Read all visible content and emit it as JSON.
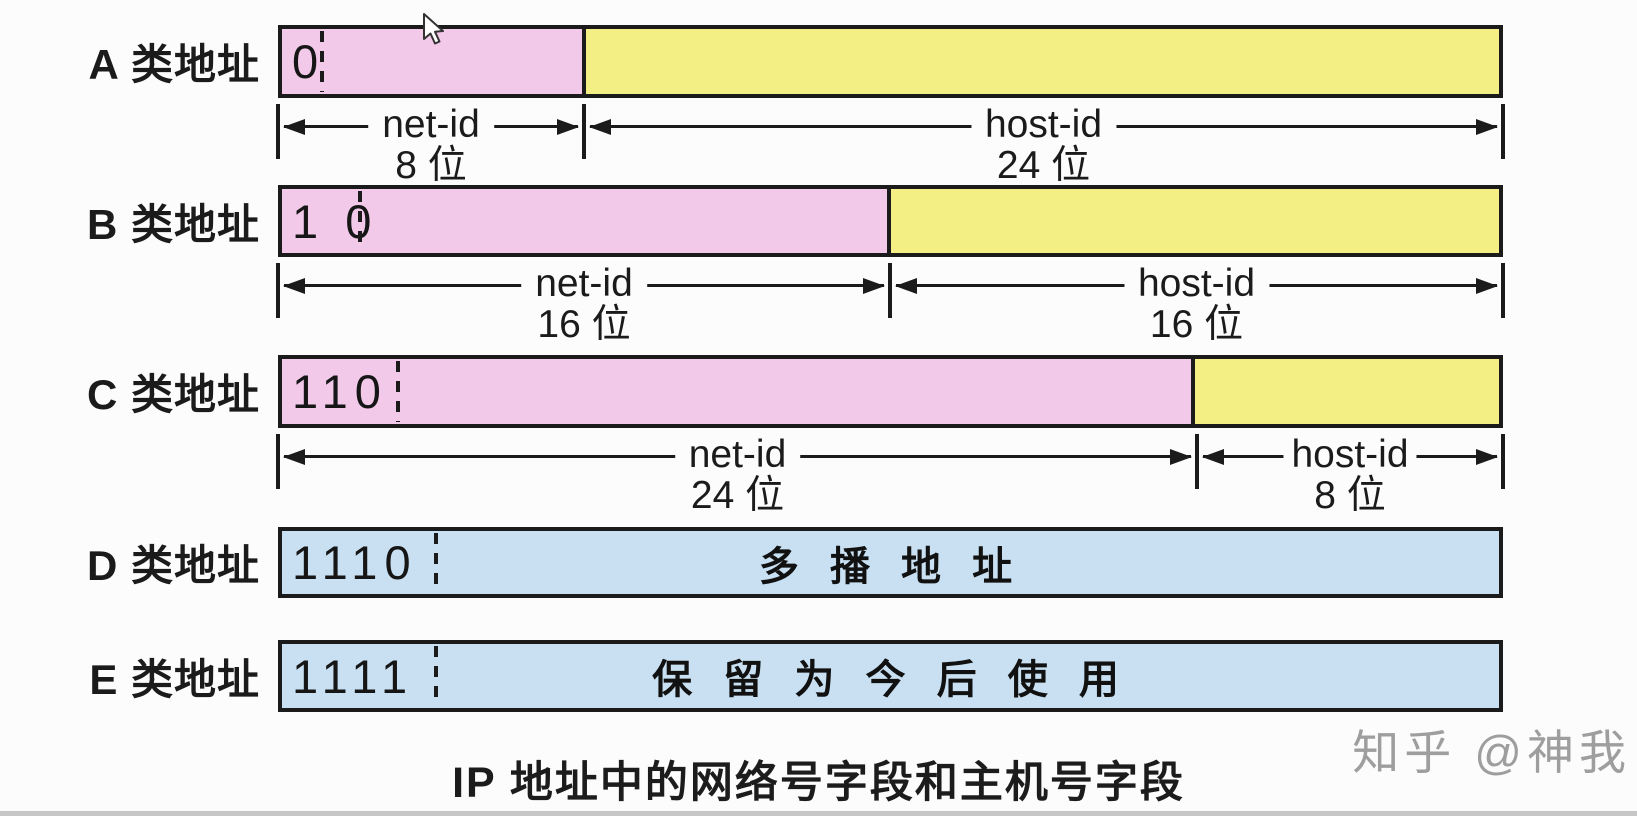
{
  "caption": "IP 地址中的网络号字段和主机号字段",
  "watermark": "知乎 @神我",
  "rows": [
    {
      "label": "A 类地址",
      "prefix": "0",
      "net_label": "net-id",
      "net_bits": "8 位",
      "host_label": "host-id",
      "host_bits": "24 位"
    },
    {
      "label": "B 类地址",
      "prefix": "1 0",
      "net_label": "net-id",
      "net_bits": "16 位",
      "host_label": "host-id",
      "host_bits": "16 位"
    },
    {
      "label": "C 类地址",
      "prefix": "110",
      "net_label": "net-id",
      "net_bits": "24 位",
      "host_label": "host-id",
      "host_bits": "8 位"
    },
    {
      "label": "D 类地址",
      "prefix": "1110",
      "content": "多 播 地 址"
    },
    {
      "label": "E 类地址",
      "prefix": "1111",
      "content": "保 留 为 今 后 使 用"
    }
  ],
  "colors": {
    "net_fill": "#f2c9e9",
    "host_fill": "#f4ef85",
    "reserved_fill": "#c8e0f1",
    "border_ink": "#1b1b1b",
    "watermark_grey": "#9e9e9e"
  }
}
